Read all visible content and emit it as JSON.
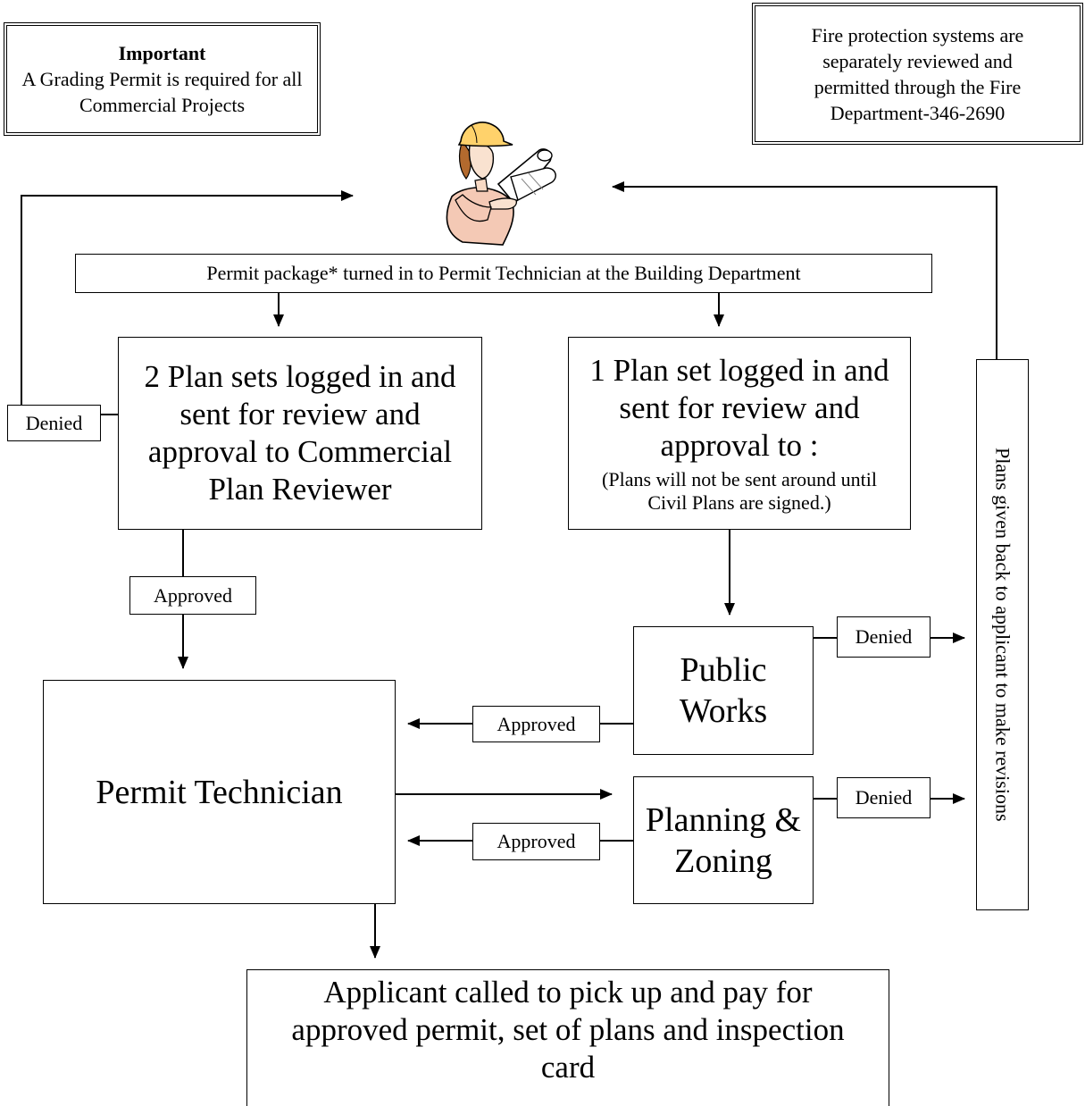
{
  "notes": {
    "important_title": "Important",
    "important_body": "A Grading Permit is required for all Commercial Projects",
    "fire_text": "Fire protection systems are separately reviewed and permitted through the Fire Department-346-2690"
  },
  "steps": {
    "package": "Permit package* turned in to Permit Technician at the Building Department",
    "commercial_review": "2 Plan sets logged in and sent for review and approval to Commercial Plan Reviewer",
    "one_set_main": "1 Plan set logged in and sent for review and approval to :",
    "one_set_note": "(Plans will not be sent around until Civil Plans are signed.)",
    "public_works": "Public Works",
    "planning_zoning": "Planning & Zoning",
    "permit_technician": "Permit Technician",
    "applicant": "Applicant called to pick up and pay for approved permit, set of plans and inspection card",
    "given_back": "Plans given back to applicant to make revisions"
  },
  "labels": {
    "denied": "Denied",
    "approved": "Approved"
  },
  "icons": {
    "worker": "construction-worker-with-blueprints-icon"
  }
}
